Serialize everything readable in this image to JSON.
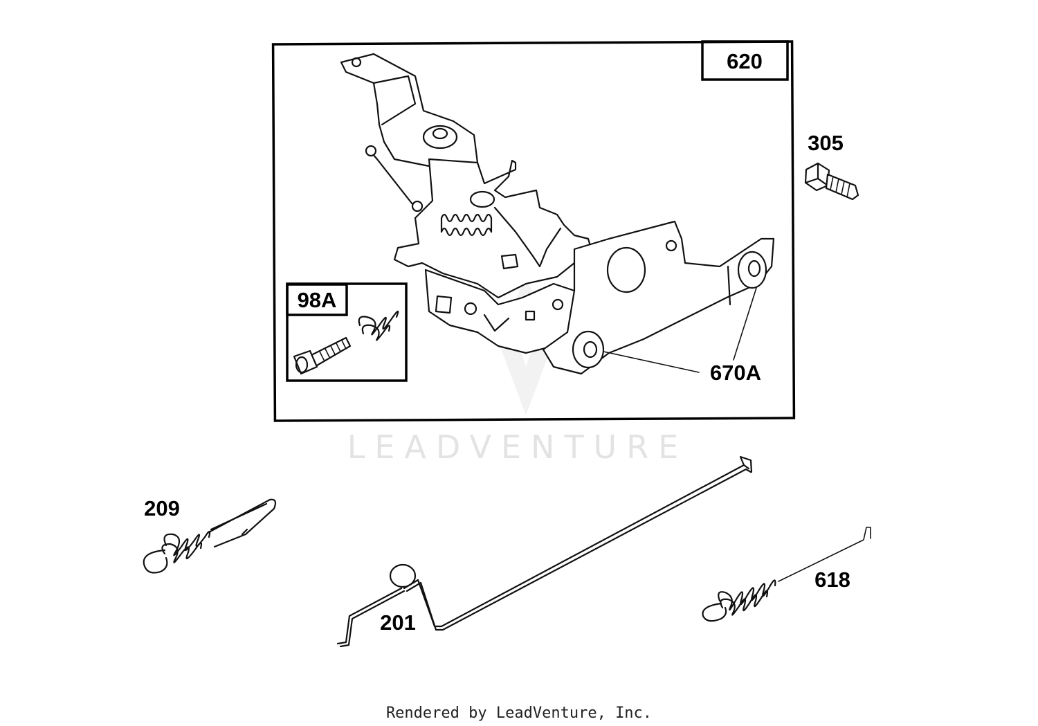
{
  "diagram": {
    "parts": [
      {
        "id": "620",
        "label": "620"
      },
      {
        "id": "98A",
        "label": "98A"
      },
      {
        "id": "670A",
        "label": "670A"
      },
      {
        "id": "305",
        "label": "305"
      },
      {
        "id": "209",
        "label": "209"
      },
      {
        "id": "201",
        "label": "201"
      },
      {
        "id": "618",
        "label": "618"
      }
    ]
  },
  "watermark": {
    "text": "LEADVENTURE"
  },
  "footer": {
    "text": "Rendered by LeadVenture, Inc."
  }
}
